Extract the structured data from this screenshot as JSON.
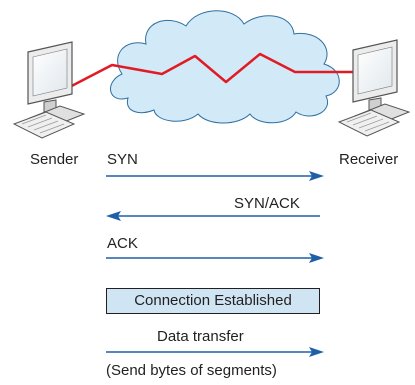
{
  "nodes": {
    "sender": "Sender",
    "receiver": "Receiver"
  },
  "handshake": {
    "syn": "SYN",
    "syn_ack": "SYN/ACK",
    "ack": "ACK"
  },
  "status": {
    "established": "Connection Established"
  },
  "transfer": {
    "label": "Data transfer",
    "sublabel": "(Send bytes of segments)"
  },
  "colors": {
    "arrow": "#1f5fa8",
    "link": "#e01b24",
    "cloud_fill": "#d2eaf8",
    "box_fill": "#cfe5f3"
  },
  "icons": [
    "computer-icon",
    "cloud-icon"
  ]
}
